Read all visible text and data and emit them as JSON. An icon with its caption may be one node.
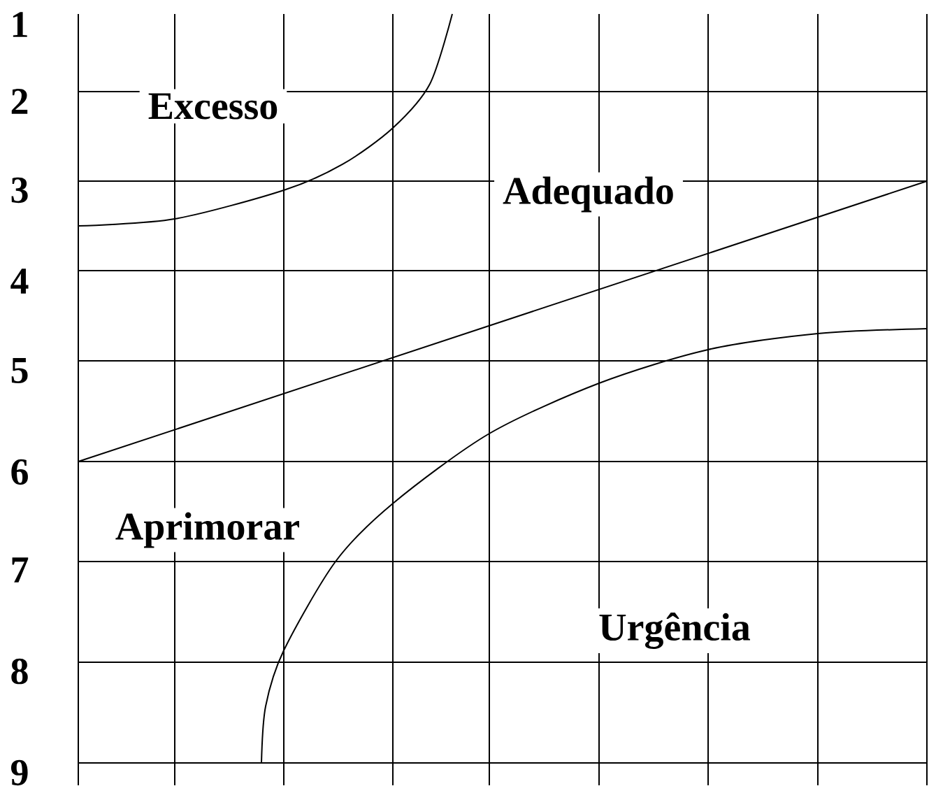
{
  "diagram": {
    "labels": [
      "1",
      "2",
      "3",
      "4",
      "5",
      "6",
      "7",
      "8",
      "9",
      "Excesso",
      "Adequado",
      "Aprimorar",
      "Urgência"
    ]
  }
}
